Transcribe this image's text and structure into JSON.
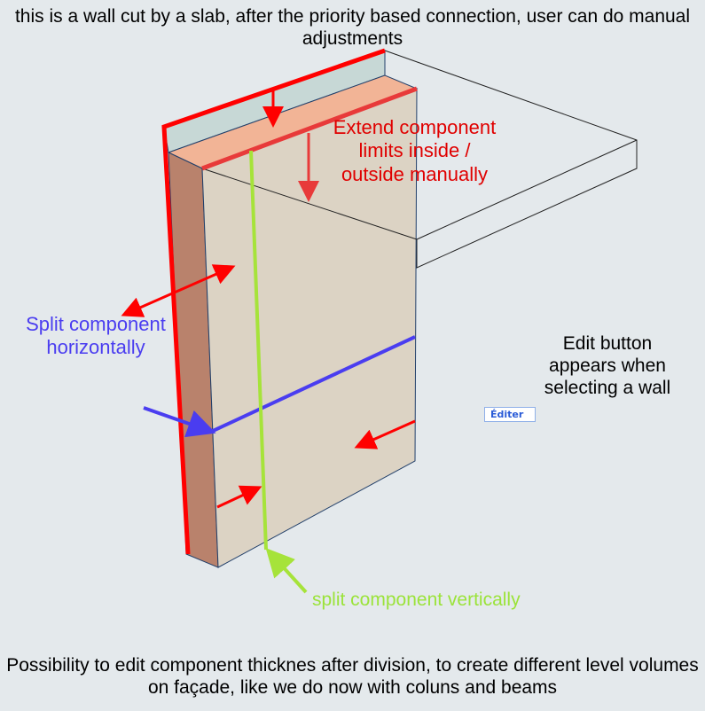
{
  "title": "this is a wall cut by a slab, after the priority based connection, user can do manual adjustments",
  "annotations": {
    "extend": "Extend component limits inside / outside manually",
    "split_horizontal": "Split component horizontally",
    "edit_note": "Edit button appears when selecting a wall",
    "split_vertical": "split component vertically"
  },
  "edit_button": {
    "label": "Éditer"
  },
  "footer": "Possibility to edit component thicknes after division, to create different level volumes on façade, like we do now with coluns and beams",
  "colors": {
    "red": "#ff0000",
    "blue": "#4a3df0",
    "green": "#a6e33a",
    "wall_face": "#dcd3c4",
    "wall_top": "#f2b496",
    "brick": "#b9826c",
    "slab_cut": "#c7d8d6"
  }
}
